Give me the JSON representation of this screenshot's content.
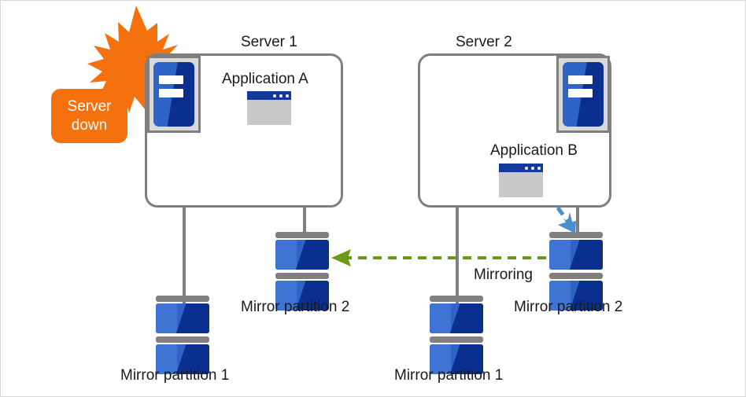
{
  "diagram": {
    "title_left": "Server 1",
    "title_right": "Server 2",
    "alert": {
      "line1": "Server",
      "line2": "down",
      "color": "#f4710d"
    },
    "servers": [
      {
        "name": "Server 1",
        "application_label": "Application A",
        "state": "down",
        "partitions": [
          "Mirror partition 1",
          "Mirror partition 2"
        ]
      },
      {
        "name": "Server 2",
        "application_label": "Application B",
        "state": "active",
        "partitions": [
          "Mirror partition 1",
          "Mirror partition 2"
        ]
      }
    ],
    "labels": {
      "app_a": "Application A",
      "app_b": "Application B",
      "mirroring": "Mirroring",
      "s1_partition1": "Mirror partition 1",
      "s1_partition2": "Mirror partition 2",
      "s2_partition1": "Mirror partition 1",
      "s2_partition2": "Mirror partition 2"
    },
    "colors": {
      "frame_border": "#d9d9d9",
      "server_border": "#7f7f7f",
      "tower_blue": "#2e64c8",
      "tower_blue_dark": "#0b2f8f",
      "tower_tray": "#d9d9d9",
      "app_title_blue": "#123a9c",
      "app_body_gray": "#c9c9c9",
      "disk_cap_gray": "#808080",
      "mirroring_arrow": "#6a9a16",
      "write_arrow": "#4a8dd0",
      "alert_orange": "#f4710d",
      "text": "#1a1a1a"
    },
    "arrows": {
      "mirroring": {
        "label": "Mirroring",
        "color": "#6a9a16",
        "style": "dashed",
        "direction": "right-to-left"
      },
      "write": {
        "color": "#4a8dd0",
        "style": "dashed",
        "direction": "app-b-to-mirror-partition-2"
      }
    }
  }
}
